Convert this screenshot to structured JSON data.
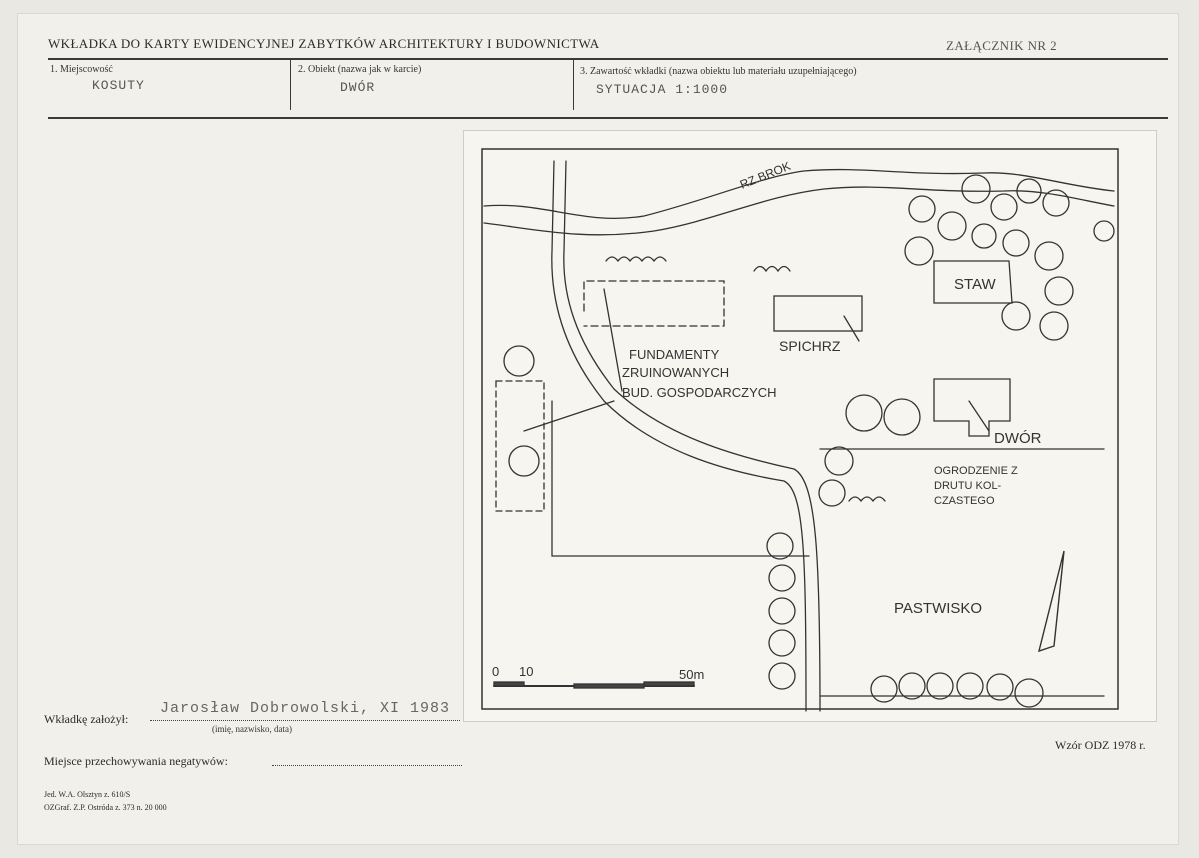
{
  "header": {
    "title": "WKŁADKA DO KARTY EWIDENCYJNEJ ZABYTKÓW ARCHITEKTURY I BUDOWNICTWA",
    "annex": "ZAŁĄCZNIK NR 2"
  },
  "fields": {
    "f1_label": "1. Miejscowość",
    "f1_value": "KOSUTY",
    "f2_label": "2. Obiekt (nazwa jak w karcie)",
    "f2_value": "DWÓR",
    "f3_label": "3. Zawartość wkładki (nazwa obiektu lub materiału uzupełniającego)",
    "f3_value": "SYTUACJA 1:1000"
  },
  "map": {
    "river": "RZ.BROK",
    "staw": "STAW",
    "spichrz": "SPICHRZ",
    "fundamenty": [
      "FUNDAMENTY",
      "ZRUINOWANYCH",
      "BUD. GOSPODARCZYCH"
    ],
    "dwor": "DWÓR",
    "ogrodzenie": [
      "OGRODZENIE Z",
      "DRUTU KOL-",
      "CZASTEGO"
    ],
    "pastwisko": "PASTWISKO",
    "scale_0": "0",
    "scale_10": "10",
    "scale_50": "50m"
  },
  "footer": {
    "founded_label": "Wkładkę założył:",
    "founded_value": "Jarosław Dobrowolski, XI 1983",
    "founded_hint": "(imię, nazwisko, data)",
    "negatives_label": "Miejsce przechowywania negatywów:",
    "pattern": "Wzór ODZ 1978 r.",
    "print1": "Jed. W.A. Olsztyn z. 610/S",
    "print2": "OZGraf. Z.P. Ostróda z. 373 n. 20 000"
  }
}
